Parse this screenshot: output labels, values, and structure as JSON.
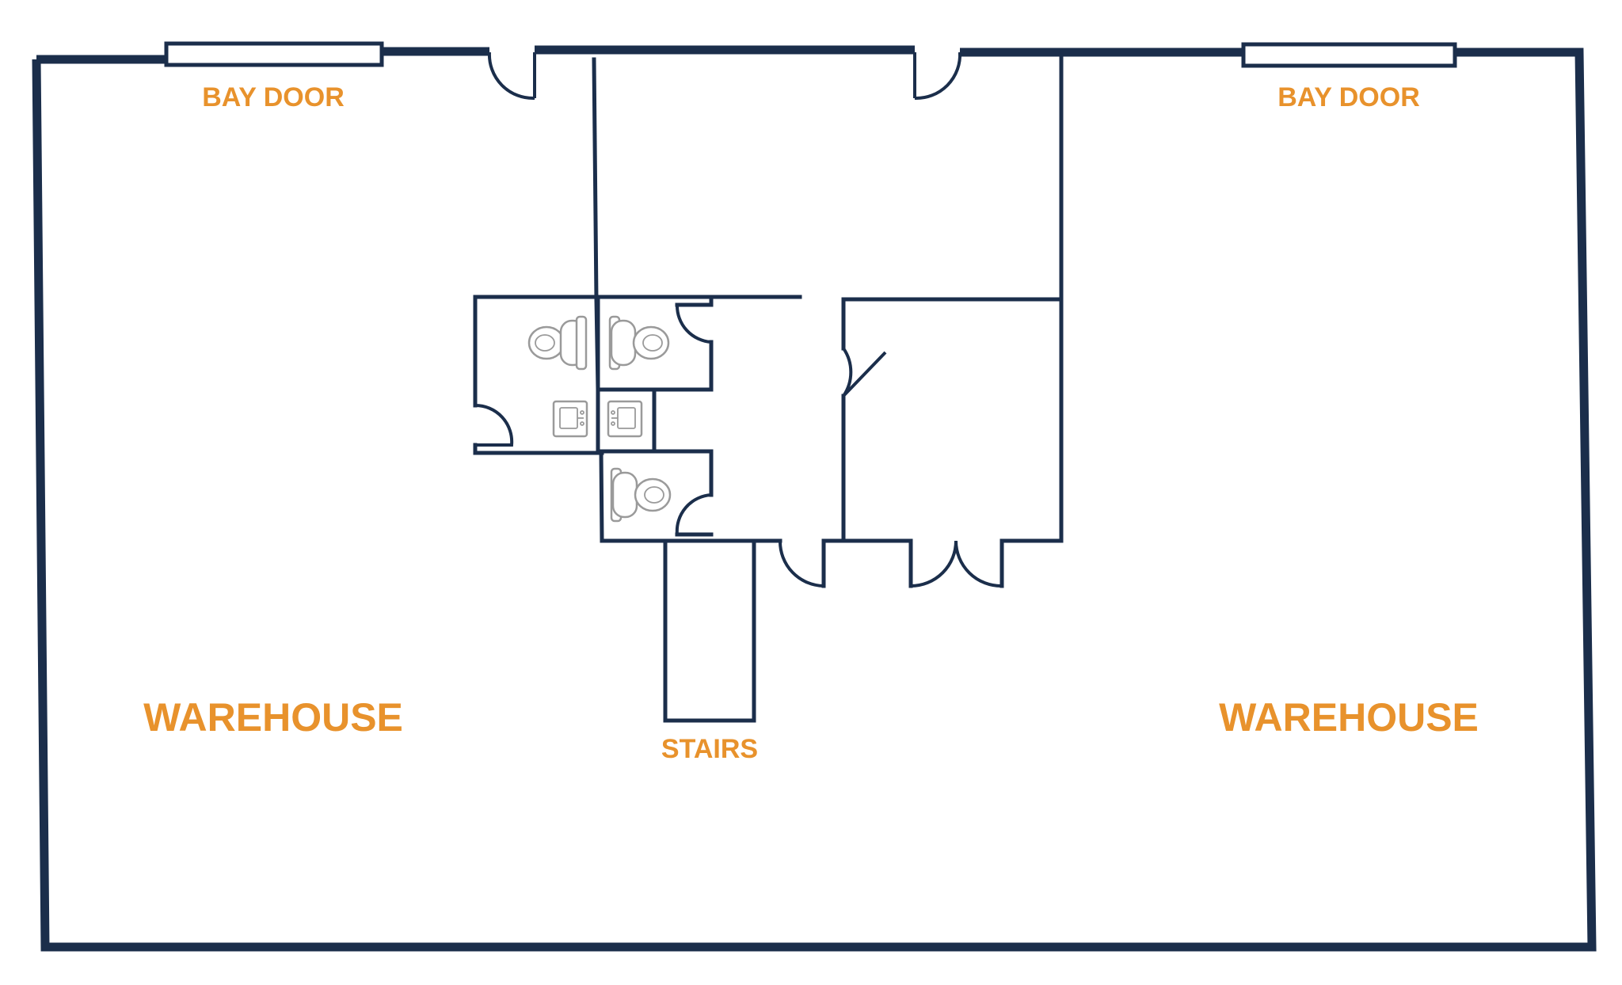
{
  "labels": {
    "bay_door_left": "BAY DOOR",
    "bay_door_right": "BAY DOOR",
    "warehouse_left": "WAREHOUSE",
    "warehouse_right": "WAREHOUSE",
    "stairs": "STAIRS"
  },
  "colors": {
    "wall": "#1B2E4B",
    "label": "#E8922C",
    "fixture": "#9A9A9A",
    "background": "#FFFFFF"
  },
  "icons": [
    "toilet-icon",
    "sink-icon",
    "door-swing-icon",
    "bay-door-icon"
  ]
}
